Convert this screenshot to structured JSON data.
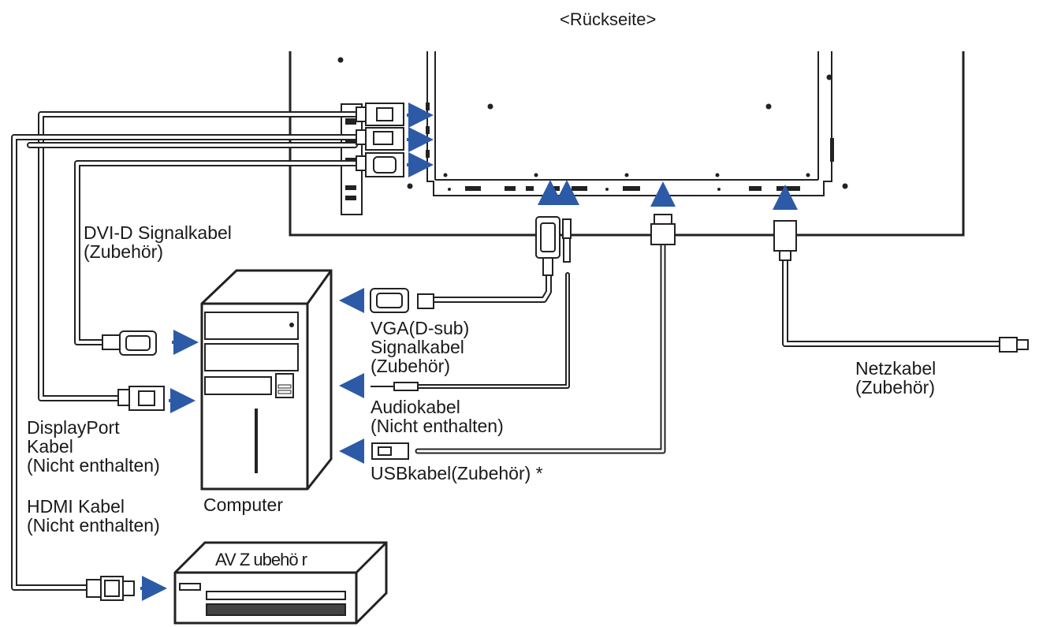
{
  "title": "<Rückseite>",
  "labels": {
    "dvi": [
      "DVI-D Signalkabel",
      "(Zubehör)"
    ],
    "displayport": [
      "DisplayPort",
      "Kabel",
      "(Nicht enthalten)"
    ],
    "hdmi": [
      "HDMI Kabel",
      "(Nicht enthalten)"
    ],
    "computer": "Computer",
    "av_device": "AV Z ubehö r",
    "vga": [
      "VGA(D-sub)",
      "Signalkabel",
      "(Zubehör)"
    ],
    "audio": [
      "Audiokabel",
      "(Nicht enthalten)"
    ],
    "usb": "USBkabel(Zubehör) *",
    "power": [
      "Netzkabel",
      "(Zubehör)"
    ]
  },
  "colors": {
    "line": "#222222",
    "cable_fill": "#ffffff",
    "arrow": "#2d5aa6",
    "background": "#ffffff"
  }
}
